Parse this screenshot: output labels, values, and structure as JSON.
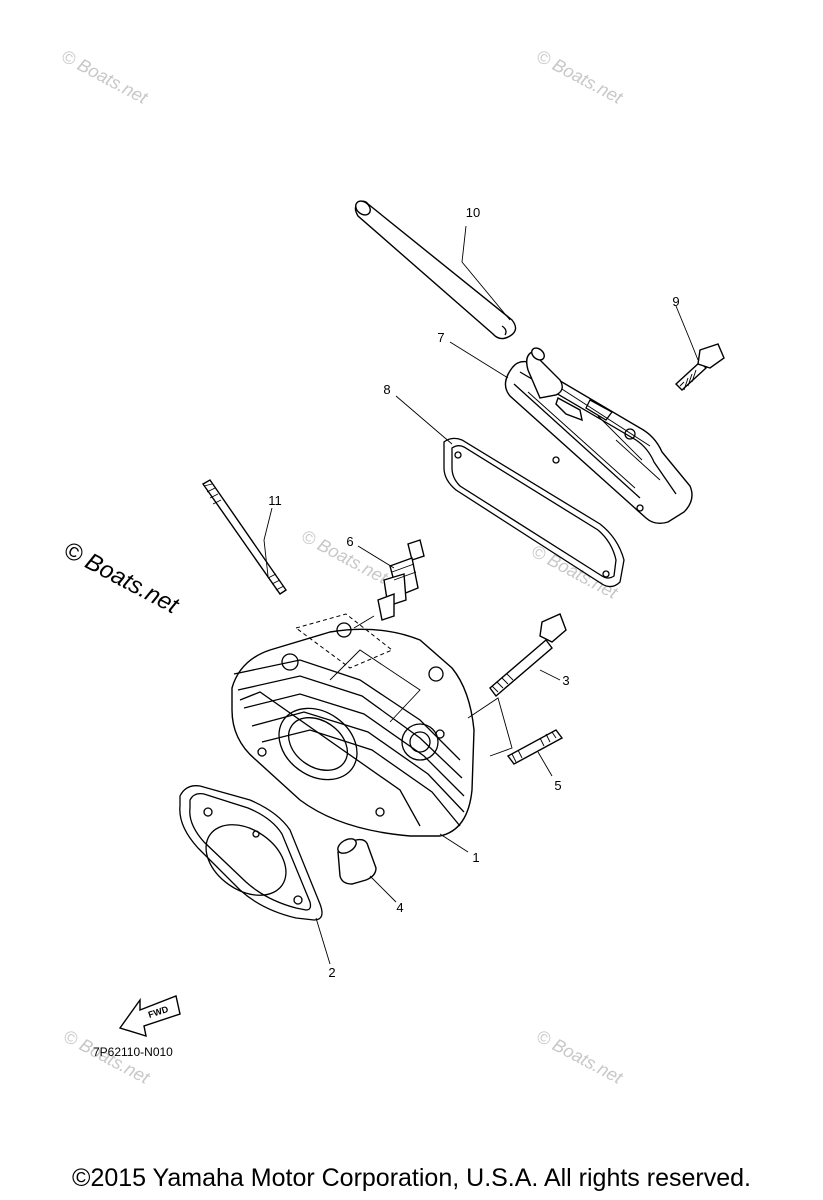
{
  "watermarks": [
    {
      "text": "© Boats.net"
    },
    {
      "text": "© Boats.net"
    },
    {
      "text": "© Boats.net"
    },
    {
      "text": "© Boats.net"
    },
    {
      "text": "© Boats.net"
    },
    {
      "text": "© Boats.net"
    },
    {
      "text": "© Boats.net"
    }
  ],
  "callouts": [
    {
      "label": "1"
    },
    {
      "label": "2"
    },
    {
      "label": "3"
    },
    {
      "label": "4"
    },
    {
      "label": "5"
    },
    {
      "label": "6"
    },
    {
      "label": "7"
    },
    {
      "label": "8"
    },
    {
      "label": "9"
    },
    {
      "label": "10"
    },
    {
      "label": "11"
    }
  ],
  "fwd_label": "FWD",
  "part_code": "7P62110-N010",
  "copyright": "©2015 Yamaha Motor Corporation, U.S.A. All rights reserved."
}
